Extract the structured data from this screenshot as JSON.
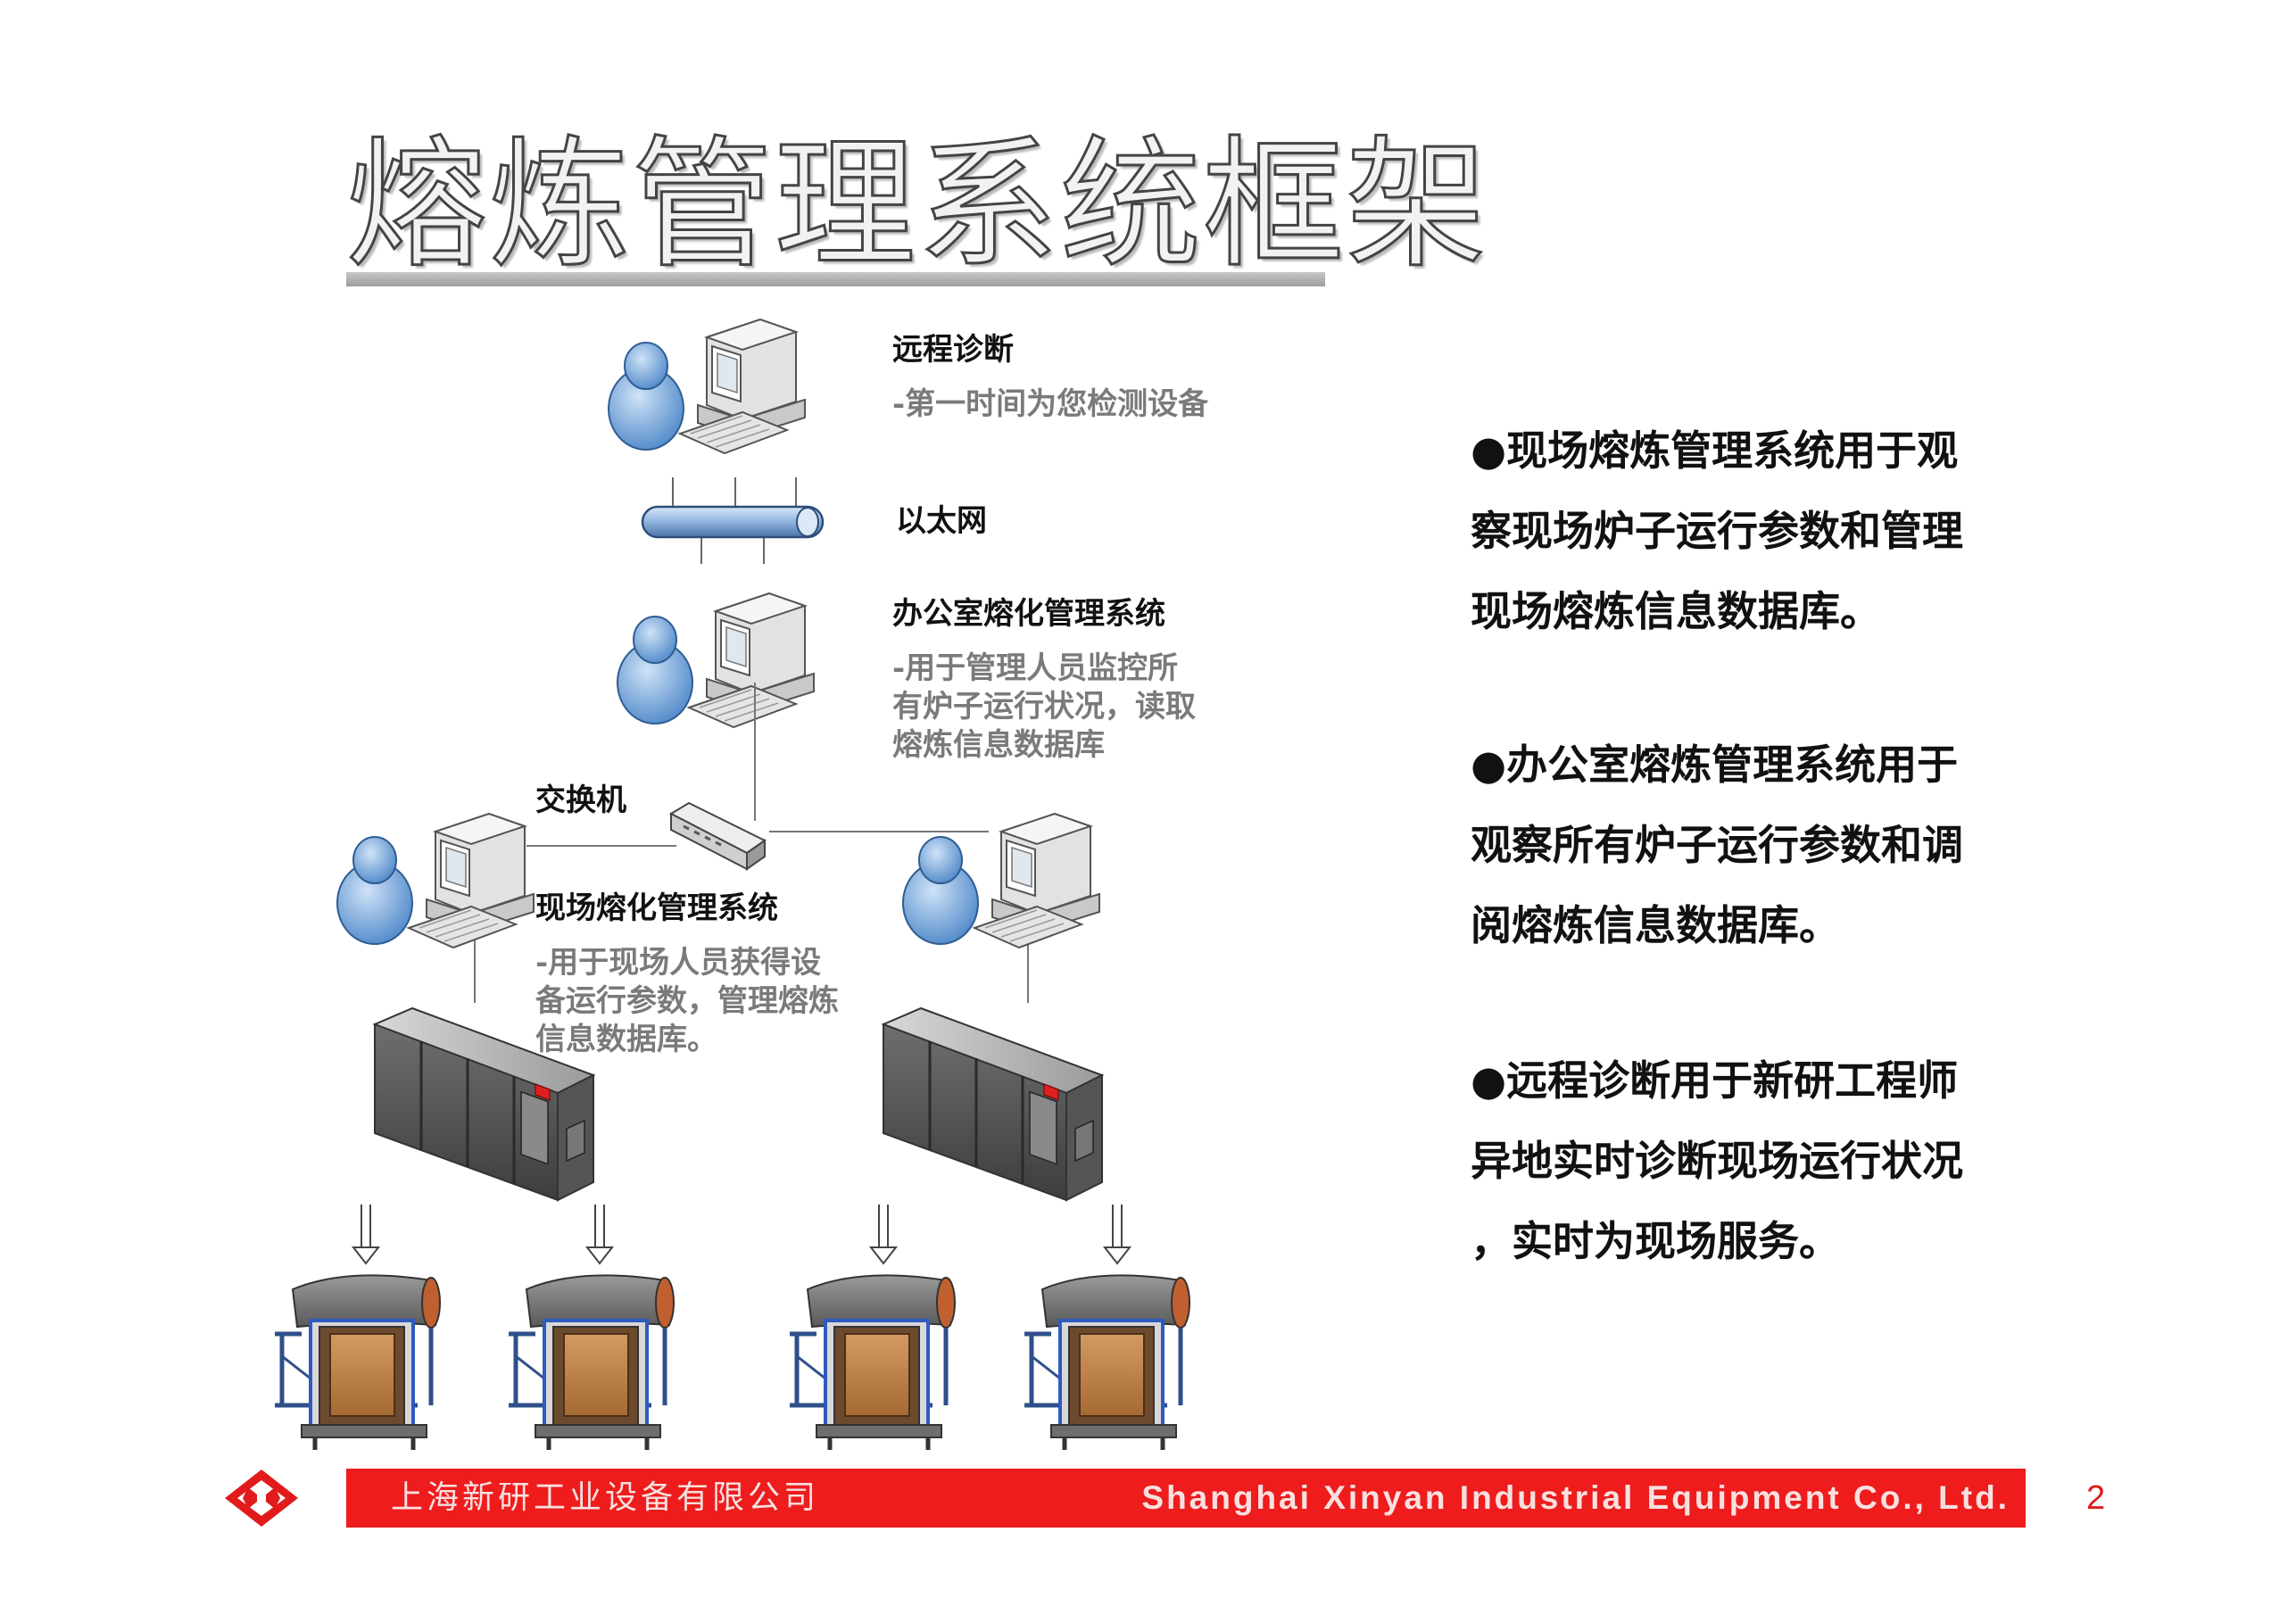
{
  "title": "熔炼管理系统框架",
  "diagram": {
    "remote": {
      "label": "远程诊断",
      "desc": "-第一时间为您检测设备"
    },
    "ethernet": {
      "label": "以太网"
    },
    "office": {
      "label": "办公室熔化管理系统",
      "desc": [
        "-用于管理人员监控所",
        "有炉子运行状况，读取",
        "熔炼信息数据库"
      ]
    },
    "switch": {
      "label": "交换机"
    },
    "site": {
      "label": "现场熔化管理系统",
      "desc": [
        "-用于现场人员获得设",
        "备运行参数，管理熔炼",
        "信息数据库。"
      ]
    }
  },
  "bullets": [
    [
      "●现场熔炼管理系统用于观",
      "察现场炉子运行参数和管理",
      "现场熔炼信息数据库。"
    ],
    [
      "●办公室熔炼管理系统用于",
      "观察所有炉子运行参数和调",
      "阅熔炼信息数据库。"
    ],
    [
      "●远程诊断用于新研工程师",
      "异地实时诊断现场运行状况",
      "，实时为现场服务。"
    ]
  ],
  "footer": {
    "company_cn": "上海新研工业设备有限公司",
    "company_en": "Shanghai Xinyan Industrial Equipment Co., Ltd.",
    "page": "2"
  },
  "colors": {
    "accent_red": "#ee1c1c",
    "person_blue": "#6a9ed6",
    "cable_blue": "#8fb2de"
  }
}
